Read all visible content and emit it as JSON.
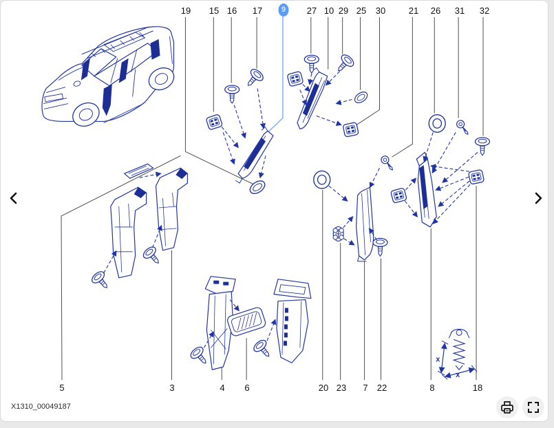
{
  "figure": {
    "ref_code": "X1310_00049187"
  },
  "callouts": {
    "top": [
      "19",
      "15",
      "16",
      "17",
      "9",
      "27",
      "10",
      "29",
      "25",
      "30",
      "21",
      "26",
      "31",
      "32"
    ],
    "bottom": [
      "5",
      "3",
      "4",
      "6",
      "20",
      "23",
      "7",
      "22",
      "8",
      "18"
    ],
    "selected": "9"
  },
  "dimension_inset": {
    "vertical_label": "x",
    "horizontal_label": "x"
  },
  "icons": {
    "prev": "chevron-left-icon",
    "next": "chevron-right-icon",
    "print": "printer-icon",
    "fullscreen": "fullscreen-icon"
  },
  "colors": {
    "diagram_blue": "#2134a3",
    "selected_callout": "#5b9cf7",
    "selected_leader": "#7fb0f6",
    "leader_gray": "#4d4d4d"
  }
}
